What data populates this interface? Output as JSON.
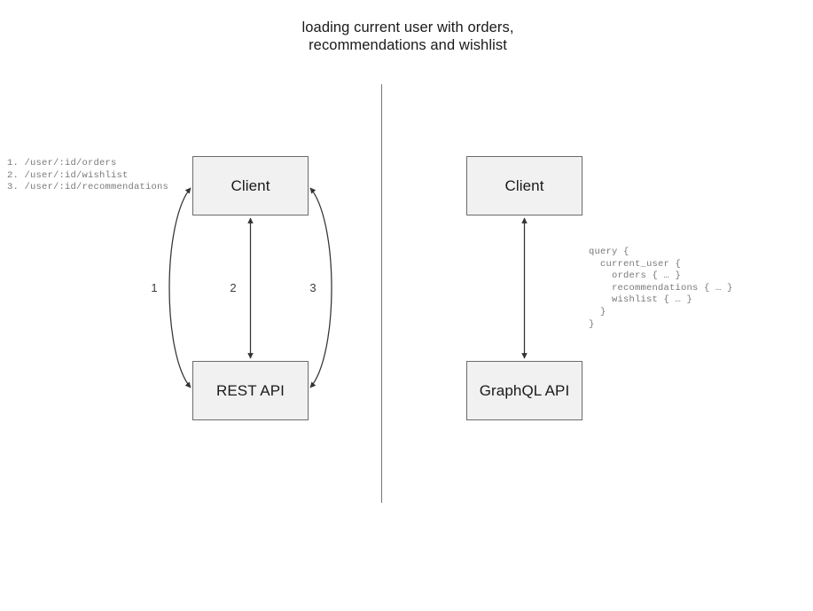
{
  "diagram": {
    "title": "loading current user with orders,\nrecommendations and wishlist",
    "divider": {
      "name": "vertical-divider",
      "color": "#767676"
    },
    "colors": {
      "node_fill": "#f1f1f1",
      "node_border": "#6b6b6b",
      "edge_stroke": "#333333",
      "code_text": "#7a7a7a",
      "title_text": "#1a1a1a",
      "background": "#ffffff"
    },
    "left_panel": {
      "name": "rest-api-panel",
      "nodes": [
        {
          "id": "rest-client",
          "label": "Client"
        },
        {
          "id": "rest-api",
          "label": "REST API"
        }
      ],
      "edges": [
        {
          "id": "edge-1",
          "label": "1",
          "shape": "curve-left",
          "direction": "bidirectional"
        },
        {
          "id": "edge-2",
          "label": "2",
          "shape": "straight",
          "direction": "bidirectional"
        },
        {
          "id": "edge-3",
          "label": "3",
          "shape": "curve-right",
          "direction": "bidirectional"
        }
      ],
      "endpoints_text": "1. /user/:id/orders\n2. /user/:id/wishlist\n3. /user/:id/recommendations"
    },
    "right_panel": {
      "name": "graphql-api-panel",
      "nodes": [
        {
          "id": "gql-client",
          "label": "Client"
        },
        {
          "id": "gql-api",
          "label": "GraphQL API"
        }
      ],
      "edges": [
        {
          "id": "edge-gql",
          "label": "",
          "shape": "straight",
          "direction": "bidirectional"
        }
      ],
      "query_text": "query {\n  current_user {\n    orders { … }\n    recommendations { … }\n    wishlist { … }\n  }\n}"
    }
  }
}
